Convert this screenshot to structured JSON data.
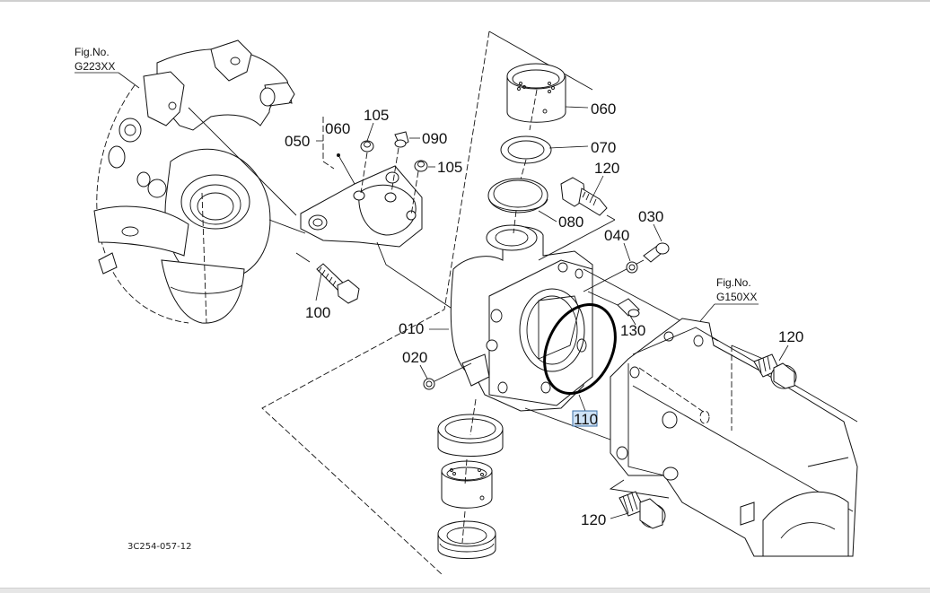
{
  "diagram": {
    "fig_refs": [
      {
        "prefix": "Fig.No.",
        "code": "G223XX"
      },
      {
        "prefix": "Fig.No.",
        "code": "G150XX"
      }
    ],
    "callouts": {
      "p050": "050",
      "p060_bracket": "060",
      "p105_top": "105",
      "p090": "090",
      "p105_right": "105",
      "p100": "100",
      "p010": "010",
      "p020": "020",
      "p060": "060",
      "p070": "070",
      "p120_top": "120",
      "p080": "080",
      "p030": "030",
      "p040": "040",
      "p130": "130",
      "p110": "110",
      "p120_right": "120",
      "p120_bottom": "120"
    },
    "selected_callout": "110",
    "highlight_color": "#cfe3f7",
    "highlight_border": "#3a6ea5",
    "drawing_code": "3C254-057-12"
  }
}
